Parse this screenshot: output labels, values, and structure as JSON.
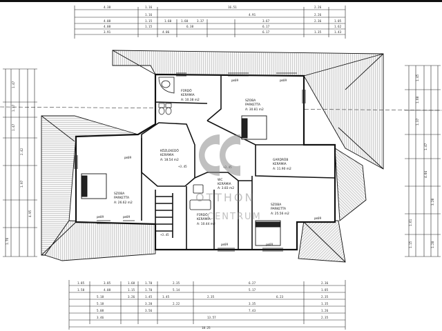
{
  "top_dimensions": {
    "row1": [
      "4.38",
      "1.16",
      "16.51",
      "2.26"
    ],
    "row2": [
      "1.16",
      "4.91",
      "2.26"
    ],
    "row3": [
      "4.08",
      "1.15",
      "1.60",
      "1.60",
      "3.37",
      "3.67",
      "2.36",
      "1.05"
    ],
    "row4": [
      "4.08",
      "1.15",
      "6.38",
      "6.17",
      "1.62"
    ],
    "row5": [
      "3.91",
      "4.06",
      "6.17",
      "1.35",
      "1.43"
    ]
  },
  "bottom_dimensions": {
    "row1": [
      "1.85",
      "3.85",
      "1.68",
      "1.70",
      "2.35",
      "6.27",
      "2.36"
    ],
    "row2": [
      "1.58",
      "4.08",
      "1.15",
      "1.70",
      "5.14",
      "5.17",
      "1.85"
    ],
    "row3": [
      "5.18",
      "3.26",
      "1.45",
      "1.45",
      "2.35",
      "6.23",
      "2.35"
    ],
    "row4": [
      "5.18",
      "3.20",
      "2.22",
      "3.35",
      "1.35"
    ],
    "row5": [
      "5.08",
      "3.56",
      "7.43",
      "1.26"
    ],
    "row6": [
      "3.46",
      "13.57",
      "2.35"
    ],
    "total": "18.25"
  },
  "left_dimensions": [
    "1.47",
    "1.37",
    "1.47",
    "2.42",
    "1.97",
    "4.95",
    "1.76"
  ],
  "right_dimensions": [
    "1.45",
    "1.60",
    "1.37",
    "1.47",
    "4.04",
    "3.20",
    "1.61",
    "1.15",
    "1.28"
  ],
  "rooms": {
    "bath": {
      "name": "FÜRDŐ",
      "floor": "KERÁMIA",
      "area": "A: 10.38 m2"
    },
    "bedroom_top": {
      "name": "SZOBA",
      "floor": "PARKETTA",
      "area": "A: 30.81 m2"
    },
    "hall": {
      "name": "KÖZLEKEDŐ",
      "floor": "KERÁMIA",
      "area": "A: 18.54 m2"
    },
    "bedroom_left": {
      "name": "SZOBA",
      "floor": "PARKETTA",
      "area": "A: 26.62 m2"
    },
    "storage": {
      "name": "GARDRÓB",
      "floor": "KERÁMIA",
      "area": "A: 11.90 m2"
    },
    "wc": {
      "name": "WC",
      "floor": "KERÁMIA",
      "area": "A: 3.83 m2"
    },
    "bath2": {
      "name": "FÜRDŐ",
      "floor": "KERÁMIA",
      "area": "A: 10.44 m2"
    },
    "bedroom_right": {
      "name": "SZOBA",
      "floor": "PARKETTA",
      "area": "A: 25.56 m2"
    }
  },
  "level_marks": [
    "+3.45",
    "+3.45",
    "+3.45"
  ],
  "door_labels": [
    "pm09",
    "pm09",
    "pm09",
    "pm09",
    "pm09",
    "pm09",
    "pm09",
    "pm09"
  ],
  "watermark": {
    "line1": "OTTHON",
    "line2": "CENTRUM"
  },
  "colors": {
    "line": "#1a1a1a",
    "roof_fill": "#f4f4f4",
    "watermark": "#9a9a9a"
  }
}
